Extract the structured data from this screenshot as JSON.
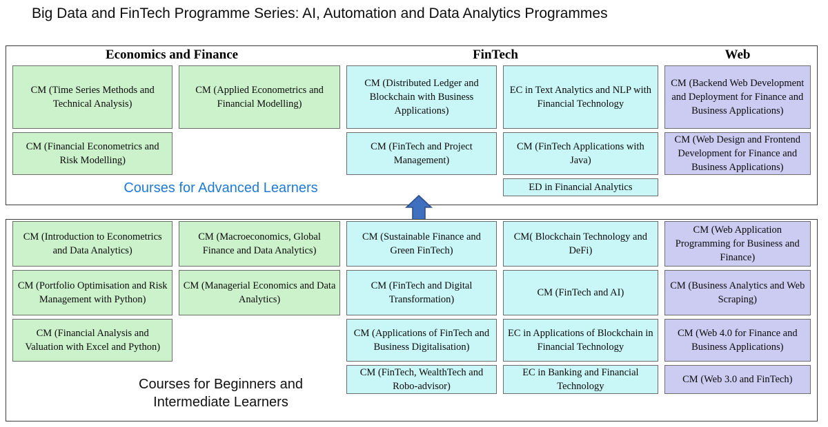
{
  "title": "Big Data and FinTech Programme Series: AI, Automation and Data Analytics Programmes",
  "colors": {
    "green": "#ccf2cc",
    "cyan": "#c9f7f7",
    "purple": "#ccccf2",
    "panel_border": "#3a3a3a",
    "box_border": "#6b6b6b",
    "advanced_caption": "#1f7ad4",
    "arrow_fill": "#3f6fbf",
    "arrow_stroke": "#2d4f8c"
  },
  "headers": {
    "economics_and_finance": "Economics and Finance",
    "fintech": "FinTech",
    "web": "Web"
  },
  "advanced": {
    "caption": "Courses for Advanced Learners",
    "col1": [
      "CM (Time Series Methods and Technical Analysis)",
      "CM (Financial Econometrics and Risk Modelling)"
    ],
    "col2": [
      "CM (Applied Econometrics and Financial Modelling)"
    ],
    "col3": [
      "CM (Distributed Ledger and Blockchain with Business Applications)",
      "CM (FinTech and Project Management)"
    ],
    "col4": [
      "EC in Text Analytics and NLP with Financial Technology",
      "CM (FinTech Applications with Java)",
      "ED in Financial Analytics"
    ],
    "col5": [
      "CM (Backend Web Development and Deployment for Finance and Business Applications)",
      "CM (Web Design and Frontend Development for Finance and Business Applications)"
    ]
  },
  "beginner": {
    "caption": "Courses for Beginners and\nIntermediate Learners",
    "col1": [
      "CM (Introduction to Econometrics and Data Analytics)",
      "CM (Portfolio Optimisation and Risk Management with Python)",
      "CM (Financial Analysis and Valuation with Excel and Python)"
    ],
    "col2": [
      "CM (Macroeconomics, Global Finance and Data Analytics)",
      "CM (Managerial Economics and Data Analytics)"
    ],
    "col3": [
      "CM (Sustainable Finance and Green FinTech)",
      "CM (FinTech and Digital Transformation)",
      "CM (Applications of FinTech and Business Digitalisation)",
      "CM (FinTech, WealthTech and Robo-advisor)"
    ],
    "col4": [
      "CM( Blockchain Technology and DeFi)",
      "CM (FinTech and AI)",
      "EC in Applications of Blockchain in Financial Technology",
      "EC in Banking and Financial Technology"
    ],
    "col5": [
      "CM (Web Application Programming for Business and Finance)",
      "CM (Business Analytics and Web Scraping)",
      "CM (Web 4.0 for Finance and Business Applications)",
      "CM (Web 3.0 and FinTech)"
    ]
  },
  "arrow": {
    "label": "upward-progression-arrow"
  }
}
